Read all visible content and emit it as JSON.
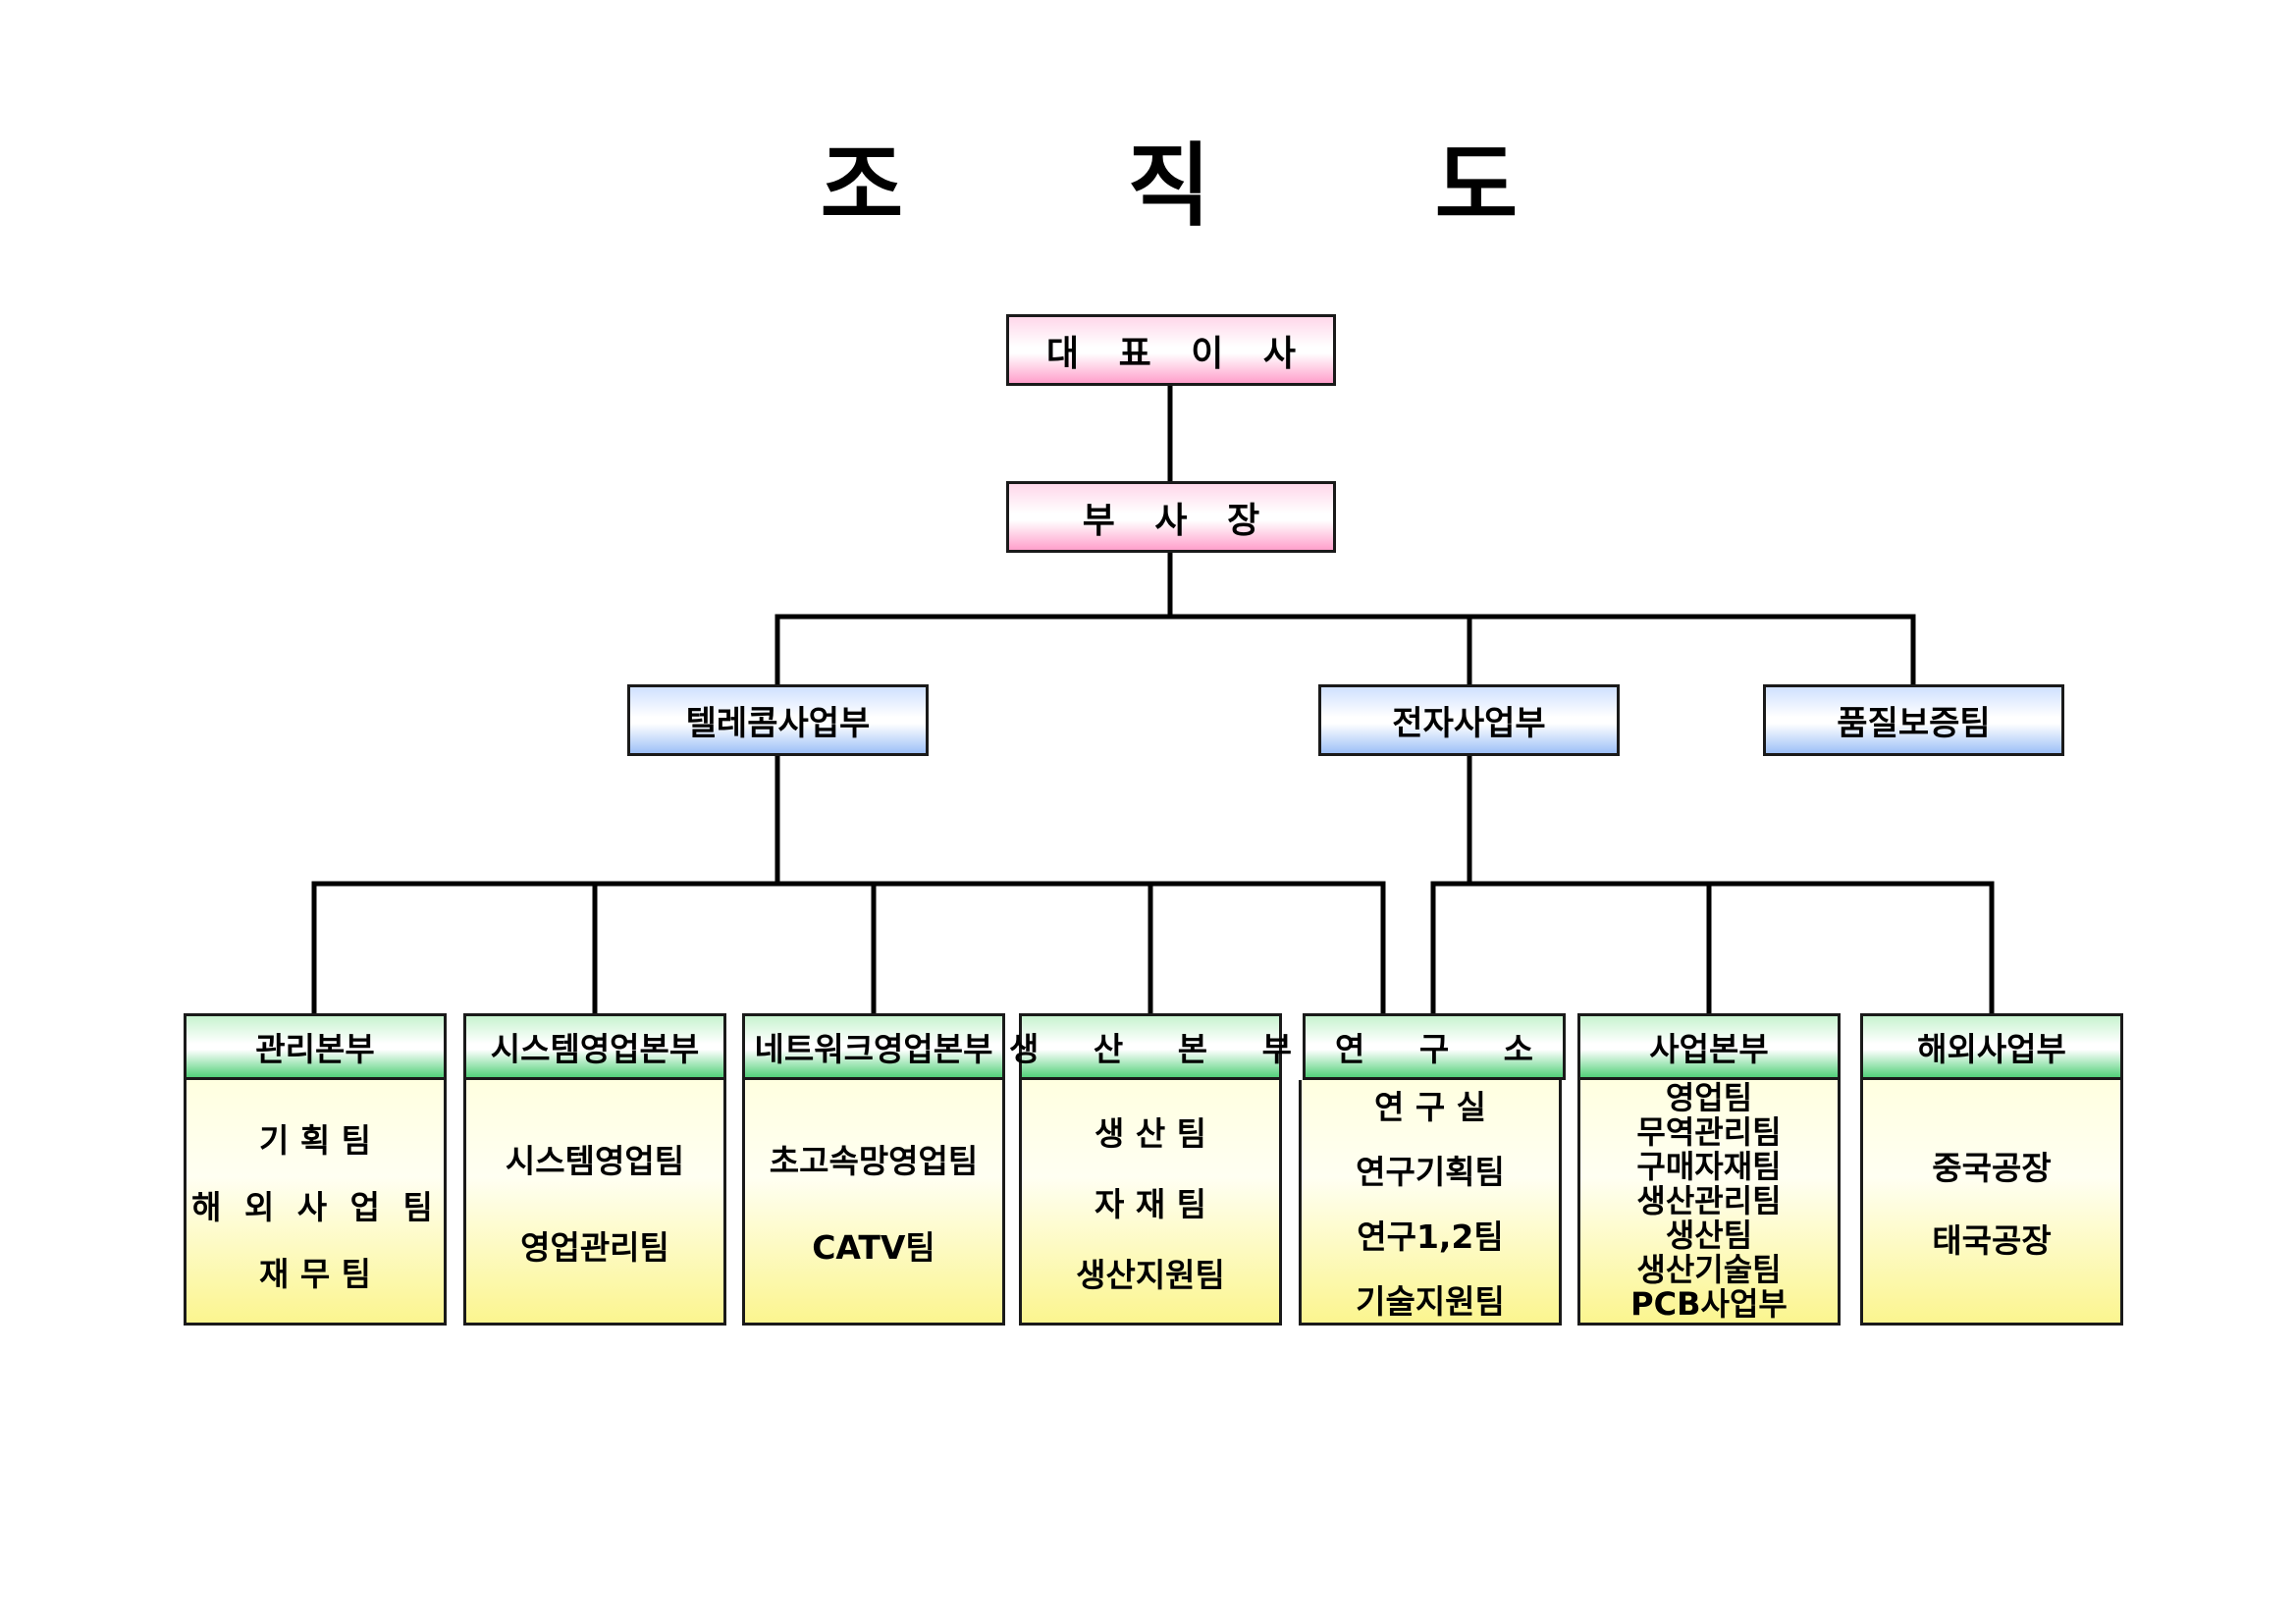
{
  "title": [
    "조",
    "직",
    "도"
  ],
  "ceo": "대 표 이 사",
  "vp": "부 사 장",
  "divisions": {
    "telecom": "텔레콤사업부",
    "electronics": "전자사업부",
    "quality": "품질보증팀"
  },
  "departments": {
    "admin": {
      "name": "관리본부",
      "teams": [
        "기 획 팀",
        "해 외 사 업 팀",
        "재 무 팀"
      ]
    },
    "system_sales": {
      "name": "시스템영업본부",
      "teams": [
        "시스템영업팀",
        "영업관리팀"
      ]
    },
    "network_sales": {
      "name": "네트워크영업본부",
      "teams": [
        "초고속망영업팀",
        "CATV팀"
      ]
    },
    "production": {
      "name": "생 산 본 부",
      "teams": [
        "생 산 팀",
        "자 재 팀",
        "생산지원팀"
      ]
    },
    "research": {
      "name": "연 구 소",
      "teams": [
        "연 구 실",
        "연구기획팀",
        "연구1,2팀",
        "기술지원팀"
      ]
    },
    "business": {
      "name": "사업본부",
      "teams": [
        "영업팀",
        "무역관리팀",
        "구매자재팀",
        "생산관리팀",
        "생산팀",
        "생산기술팀",
        "PCB사업부"
      ]
    },
    "overseas": {
      "name": "해외사업부",
      "teams": [
        "중국공장",
        "태국공장"
      ]
    }
  }
}
